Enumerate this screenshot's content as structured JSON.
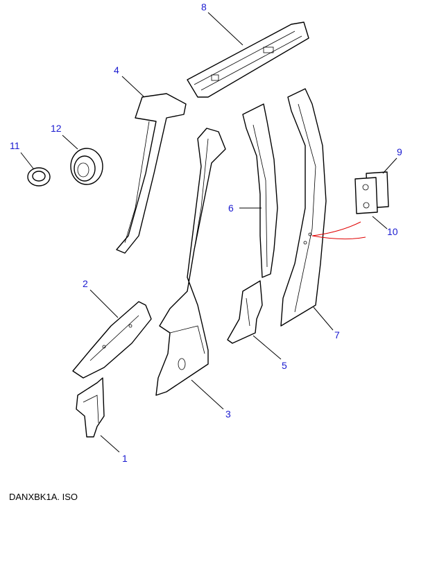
{
  "diagram": {
    "caption": "DANXBK1A. ISO",
    "callouts": [
      "1",
      "2",
      "3",
      "4",
      "5",
      "6",
      "7",
      "8",
      "9",
      "10",
      "11",
      "12"
    ],
    "colors": {
      "callout": "#1a1ad0",
      "highlight_line": "#e00000"
    }
  }
}
